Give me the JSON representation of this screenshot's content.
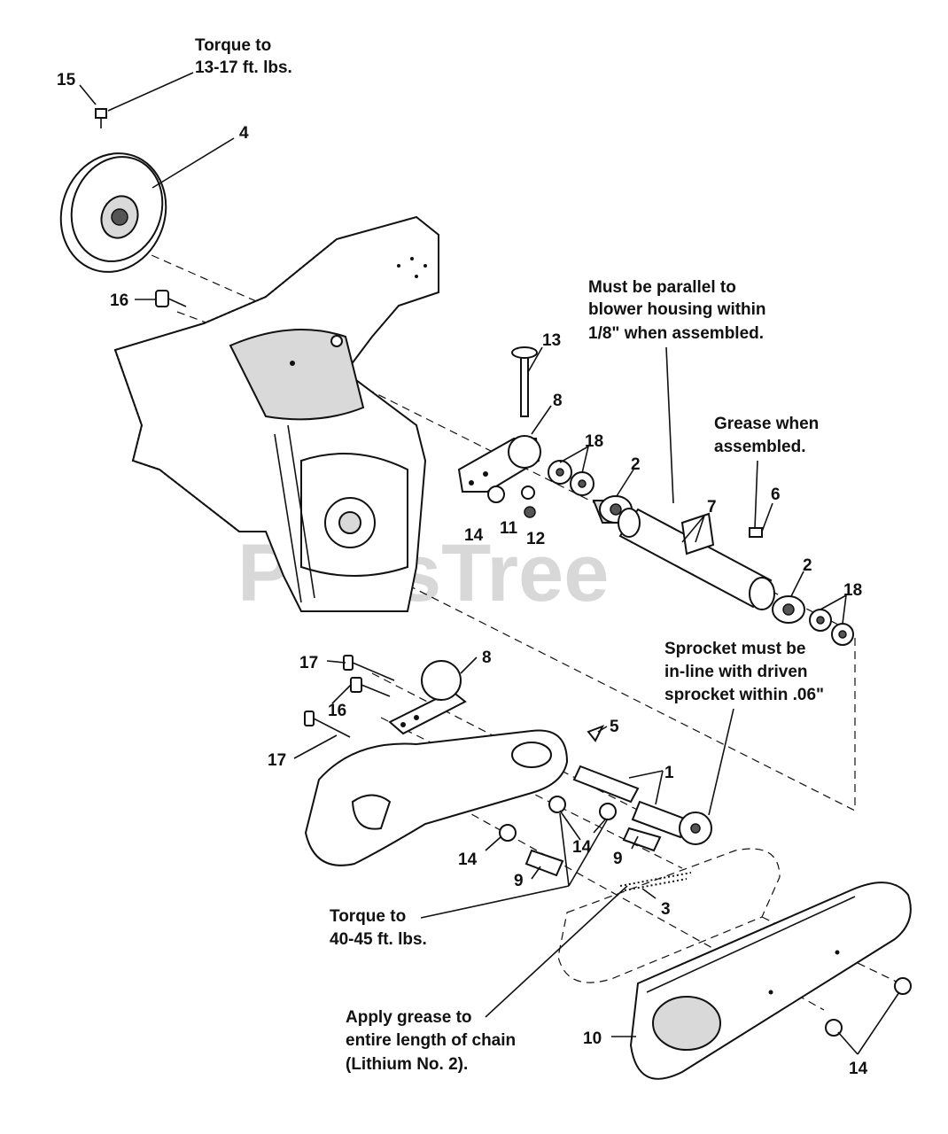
{
  "watermark": "PartsTree",
  "callouts": {
    "c1": "1",
    "c2a": "2",
    "c2b": "2",
    "c3": "3",
    "c4": "4",
    "c5": "5",
    "c6": "6",
    "c7": "7",
    "c8a": "8",
    "c8b": "8",
    "c9a": "9",
    "c9b": "9",
    "c10": "10",
    "c11": "11",
    "c12": "12",
    "c13": "13",
    "c14a": "14",
    "c14b": "14",
    "c14c": "14",
    "c14d": "14",
    "c15": "15",
    "c16a": "16",
    "c16b": "16",
    "c17a": "17",
    "c17b": "17",
    "c18a": "18",
    "c18b": "18"
  },
  "notes": {
    "torque_small": [
      "Torque to",
      "13-17 ft. lbs."
    ],
    "parallel": [
      "Must be parallel to",
      "blower housing within",
      "1/8\" when assembled."
    ],
    "grease_assembled": [
      "Grease when",
      "assembled."
    ],
    "sprocket": [
      "Sprocket must be",
      "in-line with driven",
      "sprocket within .06\""
    ],
    "torque_large": [
      "Torque to",
      "40-45 ft. lbs."
    ],
    "chain_grease": [
      "Apply grease to",
      "entire length of chain",
      "(Lithium No. 2)."
    ]
  }
}
